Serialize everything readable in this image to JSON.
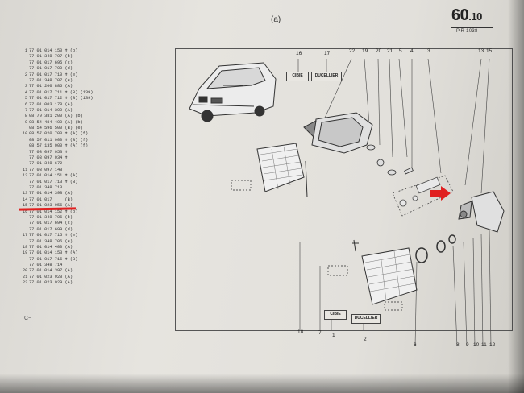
{
  "header": {
    "section_label": "(a)",
    "page_number": "60",
    "page_sub": ".10",
    "ref_code": "P.R 1038"
  },
  "parts": [
    {
      "num": "1",
      "code": "77 01 014 150 ✝ (b)"
    },
    {
      "num": "",
      "code": "77 01 348 707 (b)"
    },
    {
      "num": "",
      "code": "77 01 017 695 (c)"
    },
    {
      "num": "",
      "code": "77 01 017 700 (d)"
    },
    {
      "num": "2",
      "code": "77 01 017 710 ✝ (e)"
    },
    {
      "num": "",
      "code": "77 01 348 707 (e)"
    },
    {
      "num": "3",
      "code": "77 01 200 886 (A)"
    },
    {
      "num": "4",
      "code": "77 01 017 711 ✝ (B) (139)"
    },
    {
      "num": "5",
      "code": "77 01 017 712 ✝ (B) (139)"
    },
    {
      "num": "6",
      "code": "77 01 003 178 (A)"
    },
    {
      "num": "7",
      "code": "77 01 014 399 (A)"
    },
    {
      "num": "8",
      "code": "08 70 381 200 (A) (b)"
    },
    {
      "num": "9",
      "code": "08 54 484 400 (A) (b)"
    },
    {
      "num": "",
      "code": "08 54 596 500 (B) (e)"
    },
    {
      "num": "10",
      "code": "08 57 020 700 ✝ (A) (f)"
    },
    {
      "num": "",
      "code": "08 57 011 000 ✝ (B) (f)"
    },
    {
      "num": "",
      "code": "08 57 135 000 ✝ (A) (f)"
    },
    {
      "num": "",
      "code": "77 03 097 053 ✝"
    },
    {
      "num": "",
      "code": "77 03 097 034 ✝"
    },
    {
      "num": "",
      "code": "77 01 348 672"
    },
    {
      "num": "11",
      "code": "77 03 097 148"
    },
    {
      "num": "12",
      "code": "77 01 014 151 ✝ (A)"
    },
    {
      "num": "",
      "code": "77 01 017 713 ✝ (B)"
    },
    {
      "num": "",
      "code": "77 01 348 713"
    },
    {
      "num": "13",
      "code": "77 01 014 398 (A)"
    },
    {
      "num": "14",
      "code": "77 01 017 ___ (B)"
    },
    {
      "num": "15",
      "code": "77 01 023 956 (A)"
    },
    {
      "num": "16",
      "code": "77 01 014 152 ✝ (b)"
    },
    {
      "num": "",
      "code": "77 01 348 706 (b)"
    },
    {
      "num": "",
      "code": "77 01 017 694 (c)"
    },
    {
      "num": "",
      "code": "77 01 017 699 (d)"
    },
    {
      "num": "17",
      "code": "77 01 017 715 ✝ (e)"
    },
    {
      "num": "",
      "code": "77 01 348 706 (e)"
    },
    {
      "num": "18",
      "code": "77 01 014 400 (A)"
    },
    {
      "num": "19",
      "code": "77 01 014 153 ✝ (A)"
    },
    {
      "num": "",
      "code": "77 01 017 716 ✝ (B)"
    },
    {
      "num": "",
      "code": "77 01 348 714"
    },
    {
      "num": "20",
      "code": "77 01 014 397 (A)"
    },
    {
      "num": "21",
      "code": "77 01 023 928 (A)"
    },
    {
      "num": "22",
      "code": "77 01 023 929 (A)"
    }
  ],
  "diagram": {
    "top_callouts": [
      "16",
      "17",
      "22",
      "19",
      "20",
      "21",
      "5",
      "4",
      "3",
      "13",
      "15"
    ],
    "bottom_callouts": [
      "18",
      "7",
      "1",
      "2",
      "6",
      "8",
      "9",
      "10",
      "11",
      "12"
    ],
    "box_labels": {
      "cibie_top": "CIBIE",
      "ducellier_top": "DUCELLIER",
      "cibie_bottom": "CIBIE",
      "ducellier_bottom": "DUCELLIER"
    },
    "arrow_color": "#e02020"
  },
  "footer_mark": "C~"
}
